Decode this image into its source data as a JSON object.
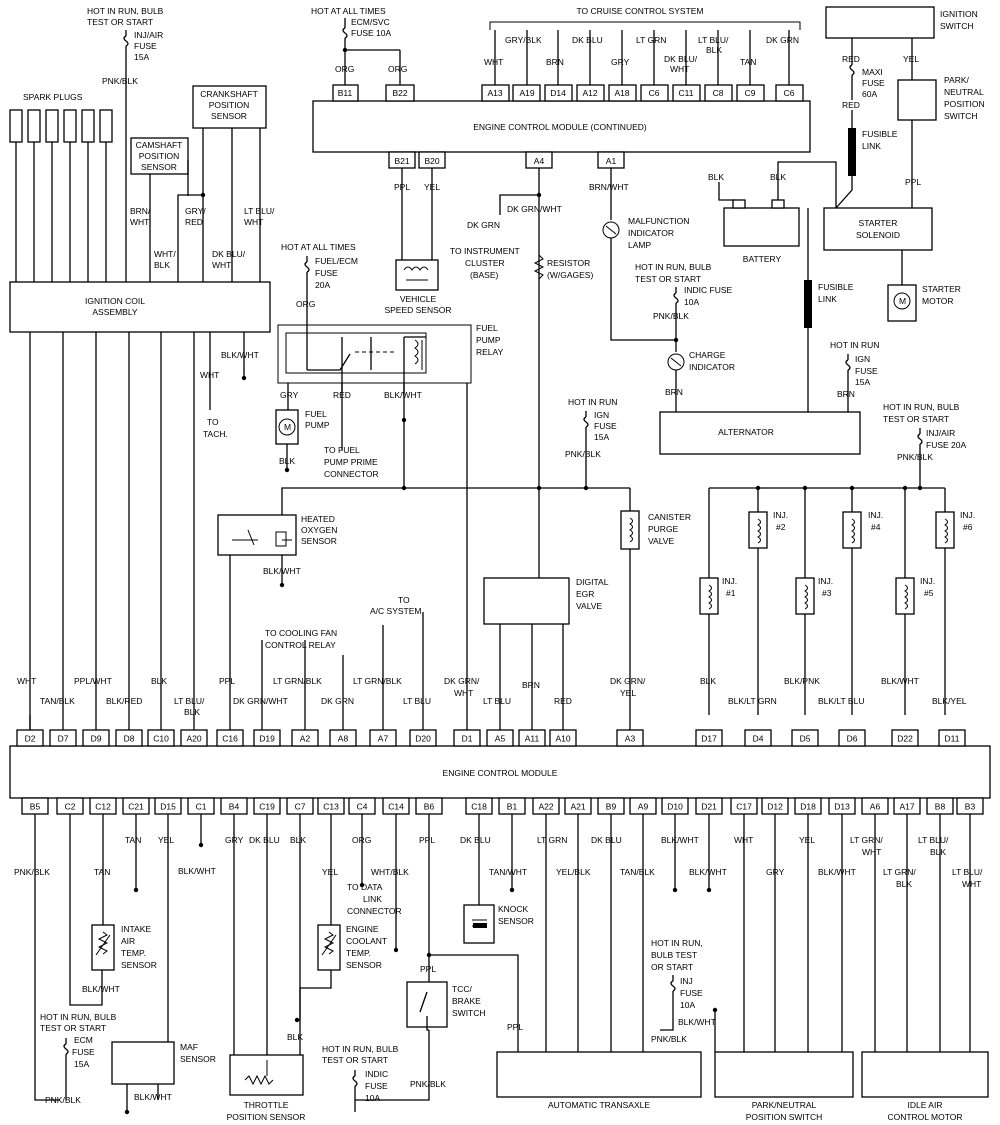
{
  "ecm_cont": {
    "title": "ENGINE CONTROL MODULE (CONTINUED)",
    "pins": [
      "B11",
      "B22",
      "A13",
      "A19",
      "D14",
      "A12",
      "A18",
      "C6",
      "C11",
      "C8",
      "C9",
      "C6"
    ],
    "bottom_pins": [
      "B21",
      "B20",
      "A4",
      "A1"
    ],
    "cruise": "TO CRUISE CONTROL SYSTEM",
    "top_wires": [
      "ORG",
      "ORG",
      "WHT",
      "GRY/BLK",
      "BRN",
      "DK BLU",
      "GRY",
      "LT GRN",
      "DK BLU/",
      "WHT",
      "LT BLU/",
      "BLK",
      "TAN",
      "DK GRN"
    ],
    "hot_all_times": "HOT AT ALL TIMES",
    "svc_fuse": [
      "ECM/SVC",
      "FUSE 10A"
    ],
    "b21_wire": "PPL",
    "b20_wire": "YEL",
    "a4_wire": "DK GRN/WHT",
    "a1_wire": "BRN/WHT"
  },
  "ecm": {
    "title": "ENGINE CONTROL MODULE",
    "top_pins": [
      "D2",
      "D7",
      "D9",
      "D8",
      "C10",
      "A20",
      "C16",
      "D19",
      "A2",
      "A8",
      "A7",
      "D20",
      "D1",
      "A5",
      "A11",
      "A10",
      "A3",
      "D17",
      "D4",
      "D5",
      "D6",
      "D22",
      "D11"
    ],
    "bottom_pins": [
      "B5",
      "C2",
      "C12",
      "C21",
      "D15",
      "C1",
      "B4",
      "C19",
      "C7",
      "C13",
      "C4",
      "C14",
      "B6",
      "C18",
      "B1",
      "A22",
      "A21",
      "B9",
      "A9",
      "D10",
      "D21",
      "C17",
      "D12",
      "D18",
      "D13",
      "A6",
      "A17",
      "B8",
      "B3"
    ],
    "top_wires": [
      "WHT",
      "TAN/BLK",
      "PPL/WHT",
      "BLK/RED",
      "BLK",
      "LT BLU/",
      "BLK",
      "PPL",
      "DK GRN/WHT",
      "LT GRN/BLK",
      "DK GRN",
      "LT GRN/BLK",
      "LT BLU",
      "DK GRN/",
      "WHT",
      "LT BLU",
      "BRN",
      "RED",
      "DK GRN/",
      "YEL",
      "BLK",
      "BLK/LT GRN",
      "BLK/PNK",
      "BLK/LT BLU",
      "BLK/WHT",
      "BLK/YEL"
    ],
    "bottom_wires": [
      "PNK/BLK",
      "TAN",
      "TAN",
      "YEL",
      "BLK/WHT",
      "GRY",
      "DK BLU",
      "BLK",
      "YEL",
      "ORG",
      "WHT/BLK",
      "PPL",
      "DK BLU",
      "TAN/WHT",
      "LT GRN",
      "YEL/BLK",
      "DK BLU",
      "TAN/BLK",
      "BLK/WHT",
      "BLK/WHT",
      "WHT",
      "GRY",
      "YEL",
      "BLK/WHT",
      "LT GRN/",
      "WHT",
      "LT GRN/",
      "BLK",
      "LT BLU/",
      "BLK",
      "LT BLU/",
      "WHT"
    ]
  },
  "ignition": {
    "hot_run": [
      "HOT IN RUN, BULB",
      "TEST OR START"
    ],
    "inj_fuse": [
      "INJ/AIR",
      "FUSE",
      "15A"
    ],
    "pnk_blk": "PNK/BLK",
    "spark_plugs": "SPARK PLUGS",
    "crank": [
      "CRANKSHAFT",
      "POSITION",
      "SENSOR"
    ],
    "cam": [
      "CAMSHAFT",
      "POSITION",
      "SENSOR"
    ],
    "coil": [
      "IGNITION COIL",
      "ASSEMBLY"
    ],
    "wires": [
      "BRN/",
      "WHT",
      "GRY/",
      "RED",
      "LT BLU/",
      "WHT",
      "WHT/",
      "BLK",
      "DK BLU/",
      "WHT"
    ],
    "blk_wht": "BLK/WHT",
    "tach_wire": "WHT",
    "tach": [
      "TO",
      "TACH."
    ]
  },
  "fuel": {
    "hot": "HOT AT ALL TIMES",
    "fuse": [
      "FUEL/ECM",
      "FUSE",
      "20A"
    ],
    "org": "ORG",
    "relay": [
      "FUEL",
      "PUMP",
      "RELAY"
    ],
    "gry": "GRY",
    "red": "RED",
    "blk_wht": "BLK/WHT",
    "pump": [
      "FUEL",
      "PUMP"
    ],
    "blk": "BLK",
    "prime": [
      "TO FUEL",
      "PUMP PRIME",
      "CONNECTOR"
    ],
    "vss": [
      "VEHICLE",
      "SPEED SENSOR"
    ],
    "o2": [
      "HEATED",
      "OXYGEN",
      "SENSOR"
    ],
    "o2_gnd": "BLK/WHT"
  },
  "center": {
    "dk_grn": "DK GRN",
    "cluster": [
      "TO INSTRUMENT",
      "CLUSTER",
      "(BASE)"
    ],
    "resistor": [
      "RESISTOR",
      "(W/GAGES)"
    ],
    "mil": [
      "MALFUNCTION",
      "INDICATOR",
      "LAMP"
    ],
    "hot_run": [
      "HOT IN RUN, BULB",
      "TEST OR START"
    ],
    "indic": [
      "INDIC FUSE",
      "10A"
    ],
    "pnk_blk": "PNK/BLK",
    "charge": [
      "CHARGE",
      "INDICATOR"
    ],
    "brn": "BRN",
    "hot_in_run": "HOT IN RUN",
    "ign": [
      "IGN",
      "FUSE",
      "15A"
    ],
    "pnk_blk2": "PNK/BLK",
    "egr": [
      "DIGITAL",
      "EGR",
      "VALVE"
    ],
    "canister": [
      "CANISTER",
      "PURGE",
      "VALVE"
    ],
    "ac": [
      "TO",
      "A/C SYSTEM"
    ],
    "cooling": [
      "TO COOLING FAN",
      "CONTROL RELAY"
    ]
  },
  "right": {
    "ign_switch": [
      "IGNITION",
      "SWITCH"
    ],
    "red": "RED",
    "yel": "YEL",
    "maxi": [
      "MAXI",
      "FUSE",
      "60A"
    ],
    "fusible": [
      "FUSIBLE",
      "LINK"
    ],
    "pns": [
      "PARK/",
      "NEUTRAL",
      "POSITION",
      "SWITCH"
    ],
    "blk": "BLK",
    "battery": "BATTERY",
    "ppl": "PPL",
    "starter_sol": [
      "STARTER",
      "SOLENOID"
    ],
    "starter_motor": [
      "STARTER",
      "MOTOR"
    ],
    "hot_run": "HOT IN RUN",
    "ign": [
      "IGN",
      "FUSE",
      "15A"
    ],
    "brn": "BRN",
    "alternator": "ALTERNATOR",
    "inj_hot": [
      "HOT IN RUN, BULB",
      "TEST OR START"
    ],
    "inj_fuse": [
      "INJ/AIR",
      "FUSE 20A"
    ],
    "pnk_blk": "PNK/BLK",
    "injectors": [
      "INJ.",
      "#1",
      "INJ.",
      "#2",
      "INJ.",
      "#3",
      "INJ.",
      "#4",
      "INJ.",
      "#5",
      "INJ.",
      "#6"
    ]
  },
  "bottom": {
    "iat": [
      "INTAKE",
      "AIR",
      "TEMP.",
      "SENSOR"
    ],
    "blk_wht": "BLK/WHT",
    "hot": [
      "HOT IN RUN, BULB",
      "TEST OR START"
    ],
    "ecm_fuse": [
      "ECM",
      "FUSE",
      "15A"
    ],
    "maf": [
      "MAF",
      "SENSOR"
    ],
    "pnk_blk": "PNK/BLK",
    "blk_wht2": "BLK/WHT",
    "tps": [
      "THROTTLE",
      "POSITION SENSOR"
    ],
    "ect": [
      "ENGINE",
      "COOLANT",
      "TEMP.",
      "SENSOR"
    ],
    "blk": "BLK",
    "dlc": [
      "TO DATA",
      "LINK",
      "CONNECTOR"
    ],
    "knock": [
      "KNOCK",
      "SENSOR"
    ],
    "ppl": "PPL",
    "tcc": [
      "TCC/",
      "BRAKE",
      "SWITCH"
    ],
    "hot2": [
      "HOT IN RUN, BULB",
      "TEST OR START"
    ],
    "indic": [
      "INDIC",
      "FUSE",
      "10A"
    ],
    "pnk_blk2": "PNK/BLK",
    "trans": "AUTOMATIC TRANSAXLE",
    "hot3": [
      "HOT IN RUN,",
      "BULB TEST",
      "OR START"
    ],
    "inj_fuse": [
      "INJ",
      "FUSE",
      "10A"
    ],
    "blk_wht3": "BLK/WHT",
    "pnk_blk3": "PNK/BLK",
    "pns": [
      "PARK/NEUTRAL",
      "POSITION SWITCH"
    ],
    "iac": [
      "IDLE AIR",
      "CONTROL MOTOR"
    ]
  }
}
